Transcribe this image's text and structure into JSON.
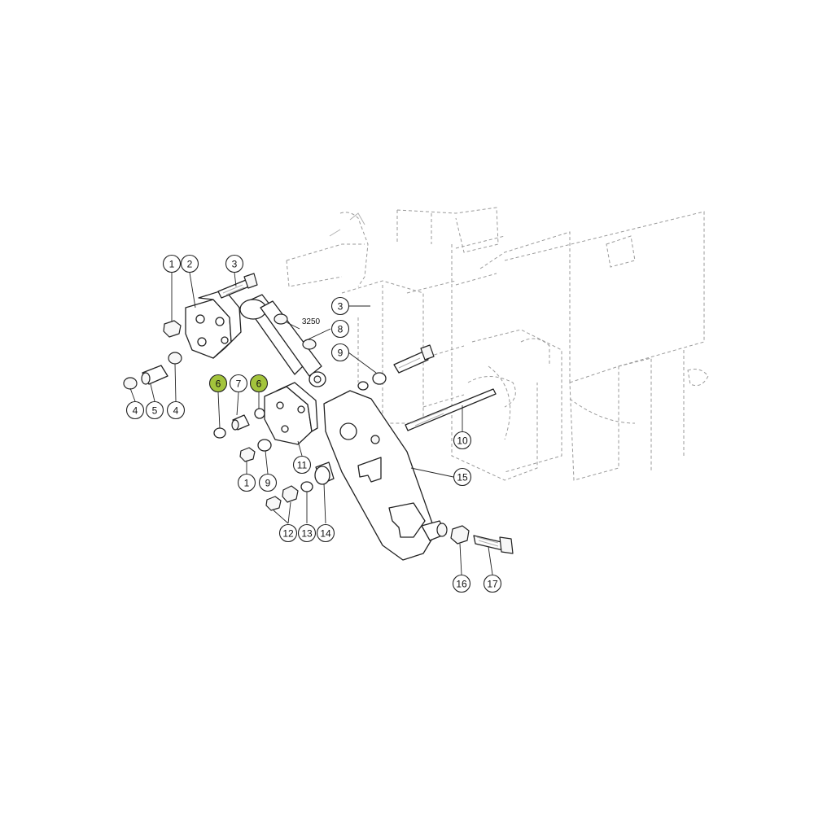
{
  "diagram": {
    "reference_label": "3250",
    "highlight_color": "#a3c43c",
    "callouts": [
      {
        "id": "c1a",
        "label": "1"
      },
      {
        "id": "c2",
        "label": "2"
      },
      {
        "id": "c3a",
        "label": "3"
      },
      {
        "id": "c3b",
        "label": "3"
      },
      {
        "id": "c4a",
        "label": "4"
      },
      {
        "id": "c5",
        "label": "5"
      },
      {
        "id": "c4b",
        "label": "4"
      },
      {
        "id": "c6a",
        "label": "6",
        "highlighted": true
      },
      {
        "id": "c7",
        "label": "7"
      },
      {
        "id": "c6b",
        "label": "6",
        "highlighted": true
      },
      {
        "id": "c8",
        "label": "8"
      },
      {
        "id": "c9a",
        "label": "9"
      },
      {
        "id": "c10",
        "label": "10"
      },
      {
        "id": "c11",
        "label": "11"
      },
      {
        "id": "c1b",
        "label": "1"
      },
      {
        "id": "c9b",
        "label": "9"
      },
      {
        "id": "c15",
        "label": "15"
      },
      {
        "id": "c12",
        "label": "12"
      },
      {
        "id": "c13",
        "label": "13"
      },
      {
        "id": "c14",
        "label": "14"
      },
      {
        "id": "c16",
        "label": "16"
      },
      {
        "id": "c17",
        "label": "17"
      }
    ]
  }
}
